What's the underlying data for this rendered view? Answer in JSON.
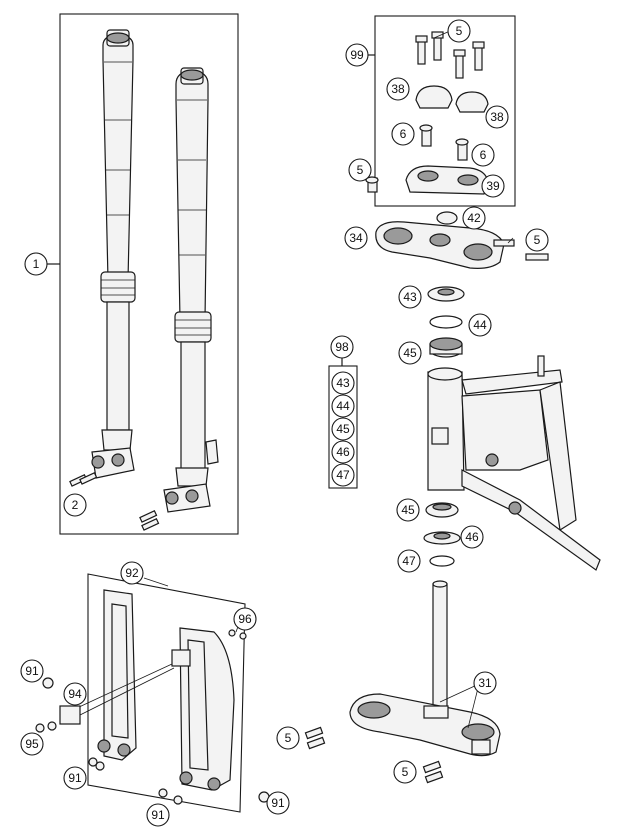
{
  "callouts": [
    {
      "id": "c1",
      "label": "1"
    },
    {
      "id": "c2",
      "label": "2"
    },
    {
      "id": "c99",
      "label": "99"
    },
    {
      "id": "c5a",
      "label": "5"
    },
    {
      "id": "c38a",
      "label": "38"
    },
    {
      "id": "c38b",
      "label": "38"
    },
    {
      "id": "c6a",
      "label": "6"
    },
    {
      "id": "c6b",
      "label": "6"
    },
    {
      "id": "c5b",
      "label": "5"
    },
    {
      "id": "c39",
      "label": "39"
    },
    {
      "id": "c42",
      "label": "42"
    },
    {
      "id": "c34",
      "label": "34"
    },
    {
      "id": "c5c",
      "label": "5"
    },
    {
      "id": "c43a",
      "label": "43"
    },
    {
      "id": "c44a",
      "label": "44"
    },
    {
      "id": "c98",
      "label": "98"
    },
    {
      "id": "c45a",
      "label": "45"
    },
    {
      "id": "c43b",
      "label": "43"
    },
    {
      "id": "c44b",
      "label": "44"
    },
    {
      "id": "c45b",
      "label": "45"
    },
    {
      "id": "c46a",
      "label": "46"
    },
    {
      "id": "c47a",
      "label": "47"
    },
    {
      "id": "c45c",
      "label": "45"
    },
    {
      "id": "c46b",
      "label": "46"
    },
    {
      "id": "c47b",
      "label": "47"
    },
    {
      "id": "c92",
      "label": "92"
    },
    {
      "id": "c96",
      "label": "96"
    },
    {
      "id": "c91a",
      "label": "91"
    },
    {
      "id": "c94",
      "label": "94"
    },
    {
      "id": "c95",
      "label": "95"
    },
    {
      "id": "c91b",
      "label": "91"
    },
    {
      "id": "c91c",
      "label": "91"
    },
    {
      "id": "c91d",
      "label": "91"
    },
    {
      "id": "c31",
      "label": "31"
    },
    {
      "id": "c5d",
      "label": "5"
    },
    {
      "id": "c5e",
      "label": "5"
    }
  ]
}
